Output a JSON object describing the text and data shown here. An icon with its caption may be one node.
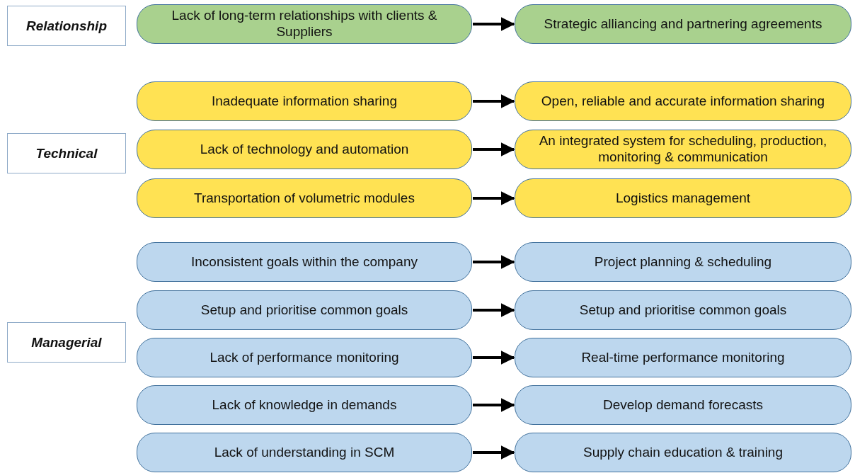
{
  "diagram": {
    "nodes": [
      {
        "text": [
          "Relationship"
        ]
      },
      {
        "text": [
          "Lack of long-term relationships with clients & Suppliers"
        ]
      },
      {
        "text": [
          "Strategic alliancing and partnering agreements"
        ]
      },
      {
        "text": [
          "Technical"
        ]
      },
      {
        "text": [
          "Inadequate information sharing"
        ]
      },
      {
        "text": [
          "Open, reliable and accurate information sharing"
        ]
      },
      {
        "text": [
          "Lack of technology and automation"
        ]
      },
      {
        "text": [
          "An integrated system for scheduling, production, monitoring & communication"
        ]
      },
      {
        "text": [
          "Transportation of volumetric modules"
        ]
      },
      {
        "text": [
          "Logistics management"
        ]
      },
      {
        "text": [
          "Managerial"
        ]
      },
      {
        "text": [
          "Inconsistent goals within the company"
        ]
      },
      {
        "text": [
          "Project planning & scheduling"
        ]
      },
      {
        "text": [
          "Setup and prioritise common goals"
        ]
      },
      {
        "text": [
          "Setup and prioritise common goals"
        ]
      },
      {
        "text": [
          "Lack of performance monitoring"
        ]
      },
      {
        "text": [
          "Real-time performance monitoring"
        ]
      },
      {
        "text": [
          "Lack of knowledge in demands"
        ]
      },
      {
        "text": [
          "Develop demand forecasts"
        ]
      },
      {
        "text": [
          "Lack of understanding in SCM"
        ]
      },
      {
        "text": [
          "Supply chain education & training"
        ]
      }
    ],
    "edges": [
      {
        "from": 1,
        "to": 2,
        "arrow": "to"
      },
      {
        "from": 4,
        "to": 5,
        "arrow": "to"
      },
      {
        "from": 6,
        "to": 7,
        "arrow": "to"
      },
      {
        "from": 8,
        "to": 9,
        "arrow": "to"
      },
      {
        "from": 11,
        "to": 12,
        "arrow": "to"
      },
      {
        "from": 13,
        "to": 14,
        "arrow": "to"
      },
      {
        "from": 15,
        "to": 16,
        "arrow": "to"
      },
      {
        "from": 17,
        "to": 18,
        "arrow": "to"
      },
      {
        "from": 19,
        "to": 20,
        "arrow": "to"
      }
    ]
  }
}
